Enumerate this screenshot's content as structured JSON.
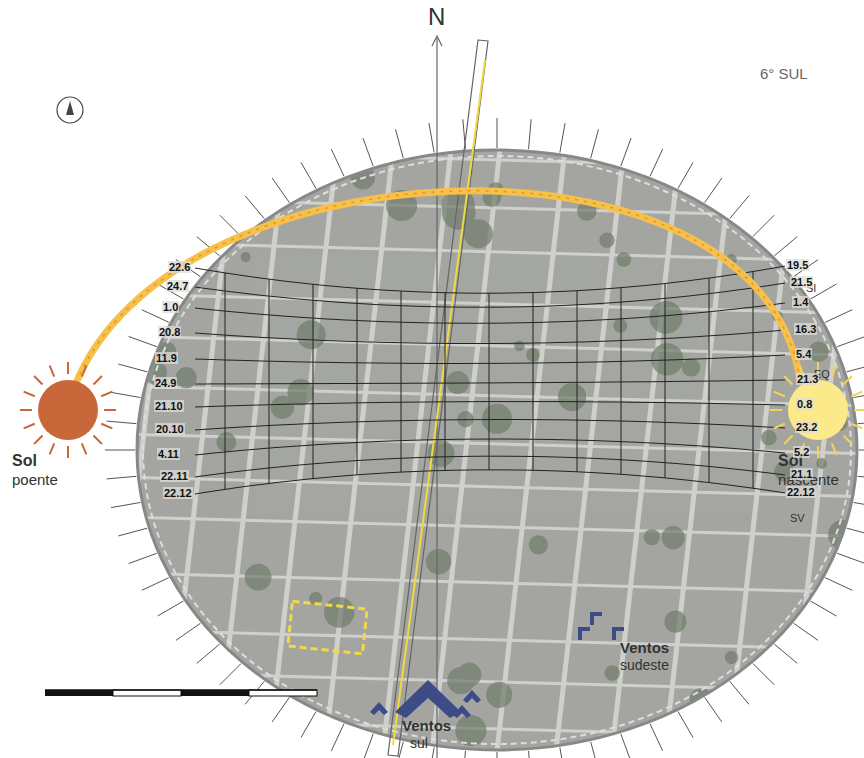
{
  "diagram": {
    "labels": [
      "N",
      "6° SUL",
      "SI",
      "EQ",
      "SV",
      "Sol",
      "poente",
      "Sol",
      "nascente",
      "Ventos",
      "sul",
      "Ventos",
      "sudeste",
      "22.6",
      "24.7",
      "1.0",
      "20.8",
      "11.9",
      "24.9",
      "21.10",
      "20.10",
      "4.11",
      "22.11",
      "22.12",
      "19.5",
      "21.5",
      "1.4",
      "16.3",
      "5.4",
      "21.3",
      "0.8",
      "23.2",
      "5.2",
      "21.1",
      "22.12"
    ]
  }
}
